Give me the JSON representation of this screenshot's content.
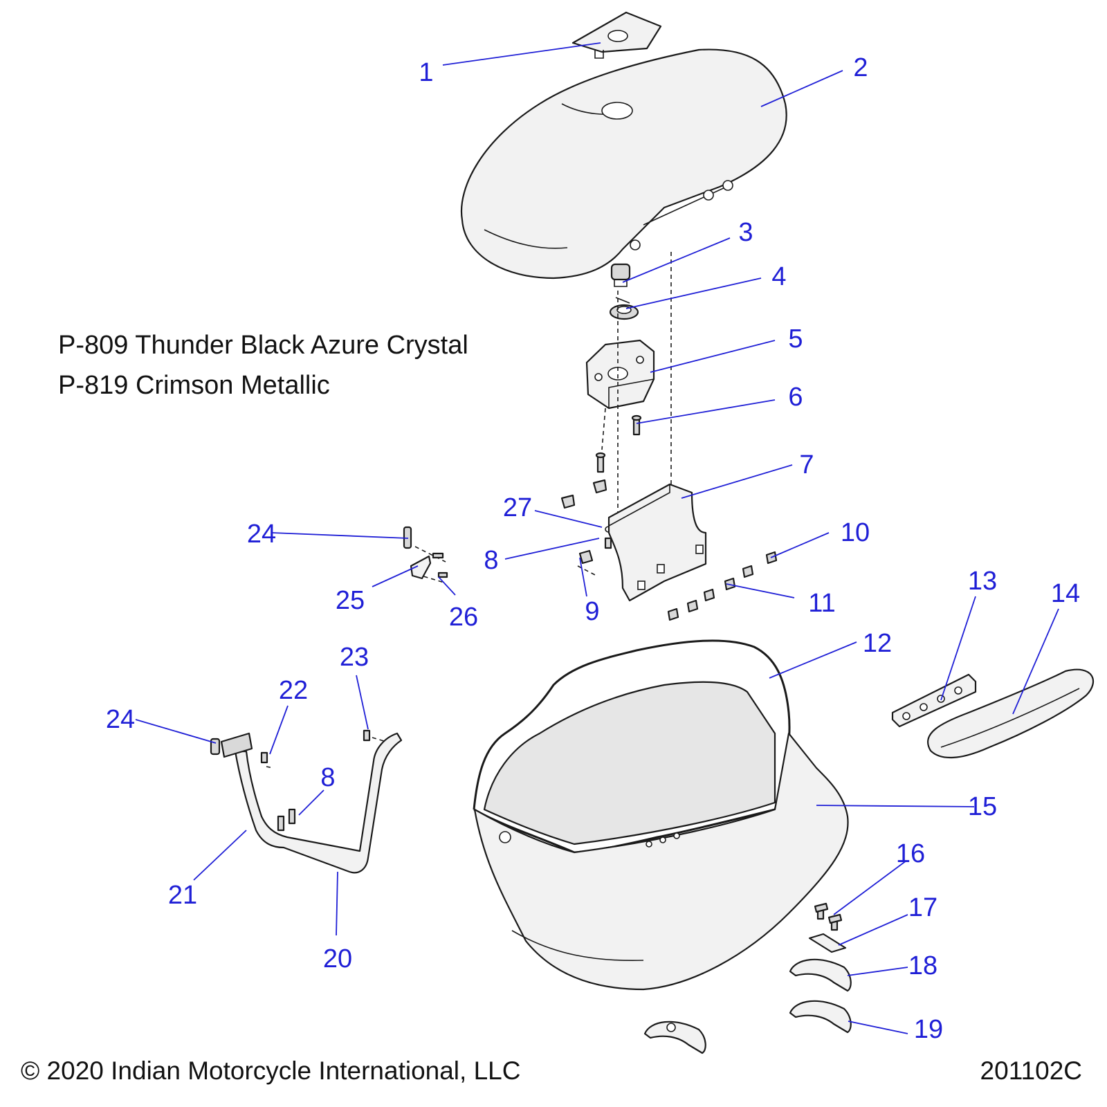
{
  "notes": [
    "P-809 Thunder Black Azure Crystal",
    "P-819 Crimson Metallic"
  ],
  "footer": {
    "copyright": "© 2020 Indian Motorcycle International, LLC",
    "drawing_number": "201102C"
  },
  "callouts": [
    "1",
    "2",
    "3",
    "4",
    "5",
    "6",
    "7",
    "27",
    "8",
    "9",
    "10",
    "11",
    "24",
    "25",
    "26",
    "13",
    "14",
    "12",
    "23",
    "22",
    "24",
    "8",
    "21",
    "20",
    "15",
    "16",
    "17",
    "18",
    "19"
  ]
}
